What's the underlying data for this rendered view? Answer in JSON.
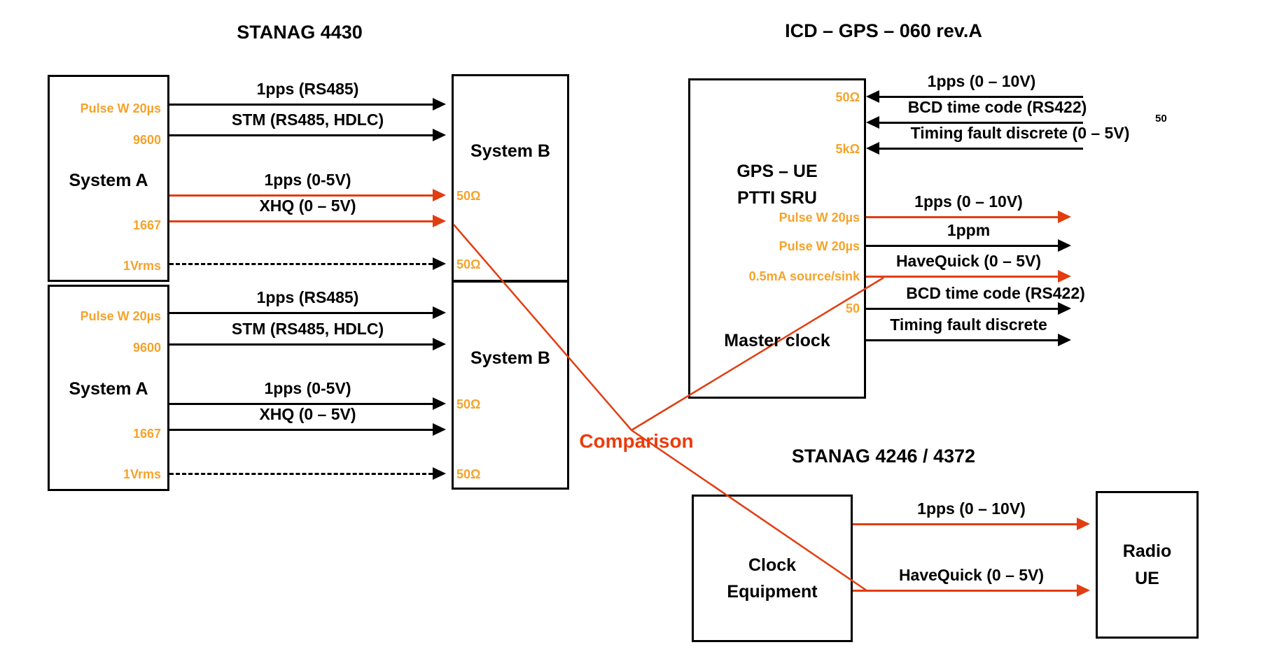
{
  "colors": {
    "accent_red": "#E23D10",
    "accent_orange": "#F5A32B",
    "line_black": "#000000"
  },
  "comparison_label": "Comparison",
  "s4430": {
    "title": "STANAG 4430",
    "g1": {
      "box_a": "System A",
      "box_b": "System B",
      "ports": {
        "pulse": "Pulse W 20µs",
        "baud": "9600",
        "freq": "1667",
        "vrms": "1Vrms"
      },
      "signals": [
        "1pps (RS485)",
        "STM (RS485, HDLC)",
        "1pps (0-5V)",
        "XHQ (0 – 5V)"
      ],
      "terms": [
        "50Ω",
        "50Ω"
      ]
    },
    "g2": {
      "box_a": "System A",
      "box_b": "System B",
      "ports": {
        "pulse": "Pulse W 20µs",
        "baud": "9600",
        "freq": "1667",
        "vrms": "1Vrms"
      },
      "signals": [
        "1pps (RS485)",
        "STM (RS485, HDLC)",
        "1pps (0-5V)",
        "XHQ (0 – 5V)"
      ],
      "terms": [
        "50Ω",
        "50Ω"
      ]
    }
  },
  "icd": {
    "title": "ICD – GPS – 060 rev.A",
    "box_line1": "GPS – UE",
    "box_line2": "PTTI SRU",
    "box_line3": "Master clock",
    "in": [
      {
        "label": "1pps (0 – 10V)",
        "term": "50Ω"
      },
      {
        "label": "BCD time code (RS422)",
        "term": ""
      },
      {
        "label": "Timing fault discrete (0 – 5V)",
        "sup": "50",
        "term": "5kΩ"
      }
    ],
    "out": [
      {
        "label": "1pps (0 – 10V)",
        "src": "Pulse W 20µs"
      },
      {
        "label": "1ppm",
        "src": "Pulse W 20µs"
      },
      {
        "label": "HaveQuick (0 – 5V)",
        "src": "0.5mA source/sink"
      },
      {
        "label": "BCD time code (RS422)",
        "src": "50"
      },
      {
        "label": "Timing fault discrete",
        "src": ""
      }
    ]
  },
  "s4246": {
    "title": "STANAG 4246 / 4372",
    "clock_line1": "Clock",
    "clock_line2": "Equipment",
    "radio_line1": "Radio",
    "radio_line2": "UE",
    "signals": [
      "1pps (0 – 10V)",
      "HaveQuick (0 – 5V)"
    ]
  }
}
